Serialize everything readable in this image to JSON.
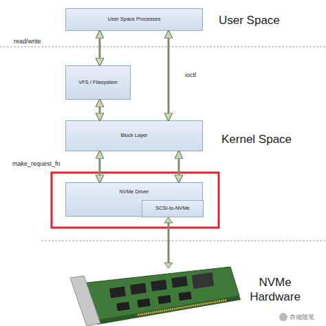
{
  "diagram": {
    "nodes": [
      {
        "text": [
          "User Space Processes"
        ]
      },
      {
        "text": [
          "VFS / Filesystem"
        ]
      },
      {
        "text": [
          "Block Layer"
        ]
      },
      {
        "text": [
          "NVMe Driver"
        ]
      },
      {
        "text": [
          "SCSI-to-NVMe"
        ],
        "in": 3
      }
    ],
    "edges": [
      {
        "from": 0,
        "to": 1,
        "arrow": "both"
      },
      {
        "from": 0,
        "to": 2,
        "label": "ioctl",
        "arrow": "both"
      },
      {
        "from": 1,
        "to": 2,
        "arrow": "both"
      },
      {
        "from": 2,
        "to": 3,
        "arrow": "both"
      },
      {
        "from": 2,
        "to": 3,
        "arrow": "both"
      }
    ],
    "labels": [
      "User Space",
      "read/write",
      "Kernel Space",
      "make_request_fn",
      "NVMe Hardware",
      "存储随笔"
    ]
  }
}
